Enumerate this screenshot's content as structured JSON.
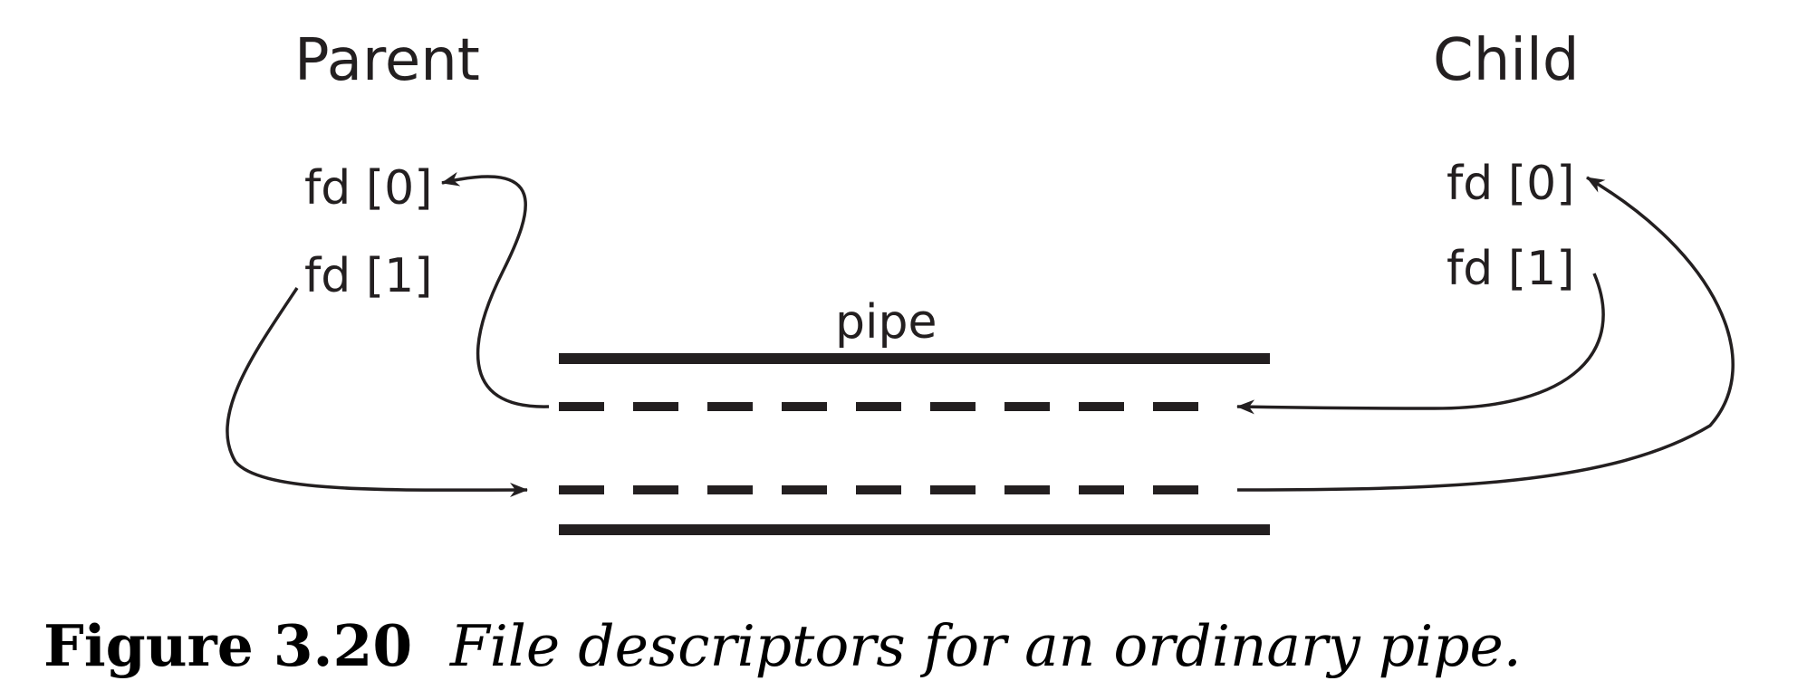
{
  "diagram": {
    "parent_label": "Parent",
    "child_label": "Child",
    "pipe_label": "pipe",
    "parent_fd0": "fd [0]",
    "parent_fd1": "fd [1]",
    "child_fd0": "fd [0]",
    "child_fd1": "fd [1]"
  },
  "caption": {
    "number": "Figure 3.20",
    "text": "File descriptors for an ordinary pipe."
  },
  "colors": {
    "ink": "#231f20",
    "background": "#ffffff"
  }
}
